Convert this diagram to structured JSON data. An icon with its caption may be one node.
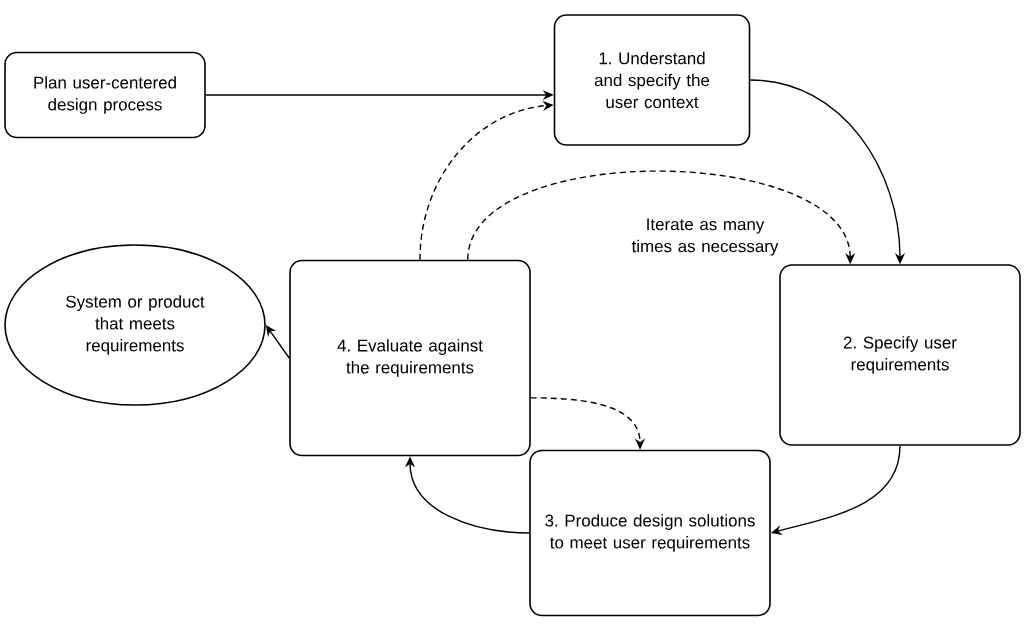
{
  "diagram": {
    "nodes": [
      {
        "text": [
          "Plan user-centered design process"
        ]
      },
      {
        "text": [
          "1. Understand and specify the user context"
        ]
      },
      {
        "text": [
          "2. Specify user requirements"
        ]
      },
      {
        "text": [
          "3. Produce design solutions to meet user requirements"
        ]
      },
      {
        "text": [
          "4. Evaluate against the requirements"
        ]
      },
      {
        "text": [
          "System or product that meets requirements"
        ]
      }
    ],
    "edges": [
      {
        "from": 0,
        "to": 1,
        "arrow": "to"
      },
      {
        "from": 1,
        "to": 2,
        "arrow": "to"
      },
      {
        "from": 2,
        "to": 3,
        "arrow": "to"
      },
      {
        "from": 3,
        "to": 4,
        "arrow": "to"
      },
      {
        "from": 4,
        "to": 5,
        "arrow": "to"
      },
      {
        "from": 4,
        "to": 1,
        "arrow": "to",
        "style": "dashed"
      },
      {
        "from": 4,
        "to": 2,
        "arrow": "to",
        "style": "dashed",
        "label": "Iterate as many times as necessary"
      },
      {
        "from": 4,
        "to": 3,
        "arrow": "to",
        "style": "dashed"
      }
    ]
  }
}
